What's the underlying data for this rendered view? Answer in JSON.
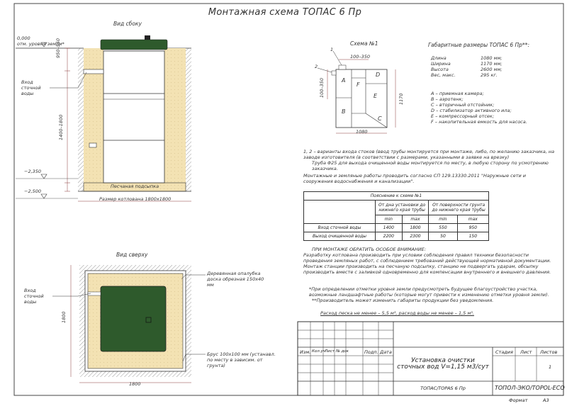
{
  "title": "Монтажная схема ТОПАС 6 Пр",
  "side_view": {
    "label": "Вид сбоку",
    "level_top": "0,000",
    "level_top_note": "отм. уровня земли*",
    "level_mid": "−2,350",
    "level_bottom": "−2,500",
    "dim_top": "950–550",
    "dim_middle": "1400–1800",
    "inlet_label": "Вход сточной воды",
    "sand_label": "Песчаная подсыпка",
    "pit_size": "Размер котлована 1800х1800"
  },
  "top_view": {
    "label": "Вид сверху",
    "inlet_label": "Вход сточной воды",
    "formwork_label": "Деревянная опалубка доска обрезная 150х40 мм",
    "beam_label": "Брус 100х100 мм (устанавл. по месту в зависим. от грунта)",
    "dim_vertical": "1800",
    "dim_horizontal": "1800"
  },
  "scheme": {
    "label": "Схема №1",
    "marker_1": "1",
    "marker_2": "2",
    "dim_top": "100–350",
    "dim_left": "100–350",
    "dim_width": "1080",
    "dim_height": "1170",
    "sections": [
      "A",
      "B",
      "C",
      "D",
      "E",
      "F"
    ]
  },
  "dimensions": {
    "heading": "Габаритные размеры ТОПАС 6 Пр**:",
    "rows": [
      {
        "name": "Длина",
        "value": "1080 мм;"
      },
      {
        "name": "Ширина",
        "value": "1170 мм;"
      },
      {
        "name": "Высота",
        "value": "2600 мм;"
      },
      {
        "name": "Вес, макс.",
        "value": "295 кг."
      }
    ]
  },
  "legend": [
    "A – приемная камера;",
    "B – аэротенк;",
    "C – вторичный отстойник;",
    "D – стабилизатор активного ила;",
    "E – компрессорный отсек;",
    "F – накопительная емкость для насоса."
  ],
  "notes": {
    "note1": "1, 2 – варианты входа стоков (ввод трубы монтируется при монтаже, либо, по желанию заказчика, на заводе изготовителя (в соответствии с размерами, указанными в заявке на врезку)",
    "note2": "Труба Φ25 для выхода очищенной воды монтируется по месту, в любую сторону по усмотрению заказчика.",
    "note3": "Монтажные и земляные работы проводить согласно СП 129.13330.2011 \"Наружные сети и сооружения водоснабжения и канализации\"."
  },
  "table": {
    "caption": "Пояснение к схеме №1",
    "group1": "От дна установки до нижнего края трубы",
    "group2": "От поверхности грунта до нижнего края трубы",
    "min": "min",
    "max": "max",
    "rows": [
      {
        "name": "Вход сточной воды",
        "v": [
          "1400",
          "1800",
          "550",
          "950"
        ]
      },
      {
        "name": "Выход очищенной воды",
        "v": [
          "2200",
          "2300",
          "50",
          "150"
        ]
      }
    ]
  },
  "attention": {
    "heading": "ПРИ МОНТАЖЕ ОБРАТИТЬ ОСОБОЕ ВНИМАНИЕ:",
    "text": "Разработку котлована производить при условии соблюдения правил техники безопасности проведения земляных работ, с соблюдением требований действующей нормативной документации. Монтаж станции производить на песчаную подсыпку, станцию не подвергать ударам, обсыпку производить вместе с заливкой одновременно для компенсации внутреннего и внешнего давления.",
    "foot1": "*При определении отметки уровня земли предусмотреть будущее благоустройство участка, возможные ландшафтные работы (которые могут привести к изменению отметки уровня земли).",
    "foot2": "**Производитель может изменить габариты продукции без уведомления.",
    "consumption": "Расход песка не менее – 5,5 м³, расход воды не менее – 1,5 м³."
  },
  "stamp": {
    "col_headers": [
      "Изм.",
      "Кол.уч",
      "Лист",
      "№ док",
      "Подп.",
      "Дата"
    ],
    "product": "Установка очистки сточных вод V=1,15 м3/сут",
    "model": "ТОПАС/TOPAS 6 Пр",
    "stage_header": "Стадия",
    "sheet_header": "Лист",
    "sheets_header": "Листов",
    "sheets_value": "1",
    "company": "ТОПОЛ-ЭКО/TOPOL-ECO",
    "format_label": "Формат",
    "format_value": "А3"
  },
  "colors": {
    "sand": "#f3e2b3",
    "tank": "#2e5a2c",
    "line": "#333333",
    "dim": "#8a3a3a"
  }
}
